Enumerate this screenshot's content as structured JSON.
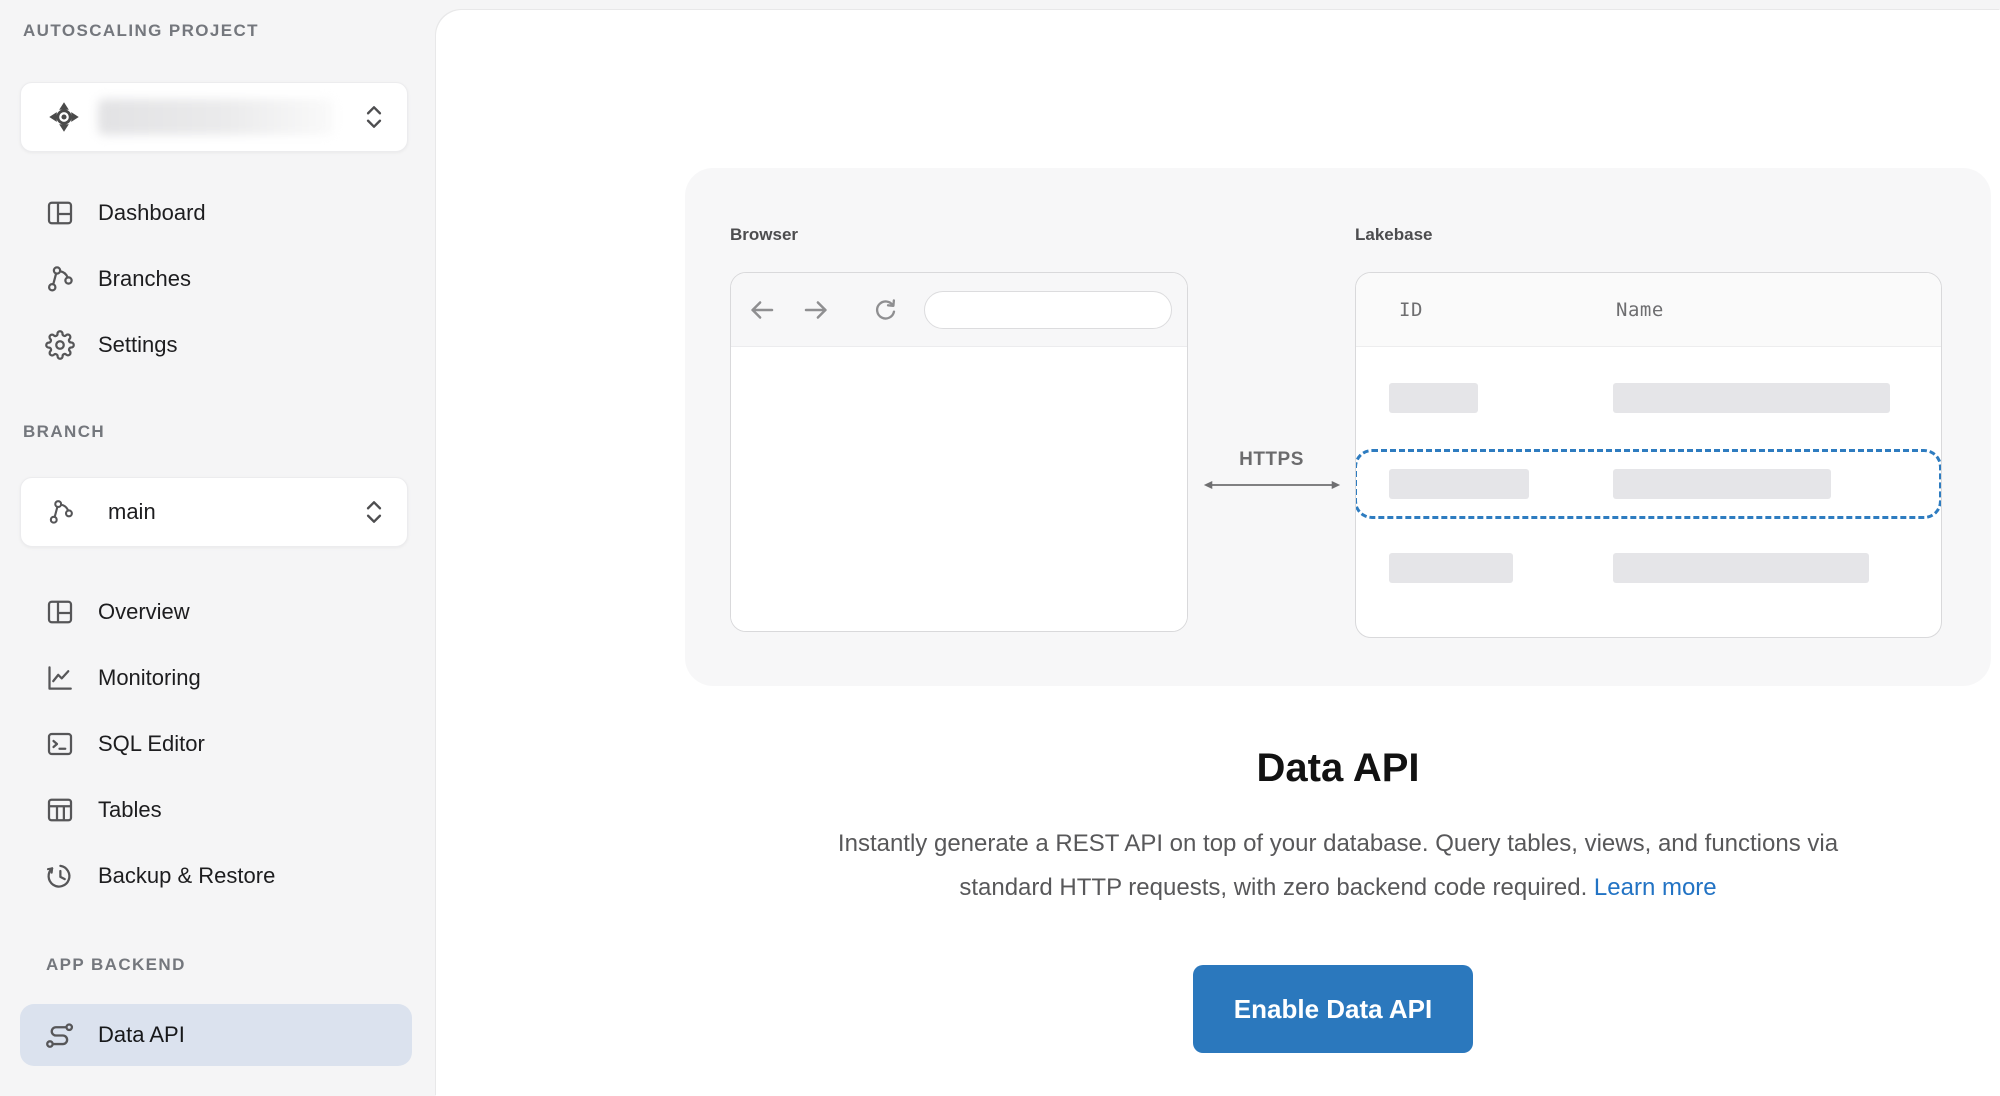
{
  "sidebar": {
    "sections": {
      "project_label": "AUTOSCALING PROJECT",
      "branch_label": "BRANCH",
      "app_backend_label": "APP BACKEND"
    },
    "branch_selector": {
      "value": "main"
    },
    "project_nav": [
      {
        "label": "Dashboard"
      },
      {
        "label": "Branches"
      },
      {
        "label": "Settings"
      }
    ],
    "branch_nav": [
      {
        "label": "Overview"
      },
      {
        "label": "Monitoring"
      },
      {
        "label": "SQL Editor"
      },
      {
        "label": "Tables"
      },
      {
        "label": "Backup & Restore"
      }
    ],
    "app_nav": [
      {
        "label": "Data API",
        "active": true
      }
    ]
  },
  "illustration": {
    "browser_label": "Browser",
    "lakebase_label": "Lakebase",
    "https_label": "HTTPS",
    "table_columns": [
      "ID",
      "Name"
    ]
  },
  "content": {
    "title": "Data API",
    "description_line1": "Instantly generate a REST API on top of your database. Query tables, views, and functions via",
    "description_line2": "standard HTTP requests, with zero backend code required.",
    "learn_more_label": "Learn more",
    "enable_button_label": "Enable Data API"
  },
  "colors": {
    "accent_blue": "#2b78bd",
    "link_blue": "#2273c4",
    "active_item_bg": "#dbe2ee",
    "dashed_selection_blue": "#2e7cc0",
    "sidebar_bg": "#f5f5f6",
    "illustration_card_bg": "#f7f7f8"
  }
}
